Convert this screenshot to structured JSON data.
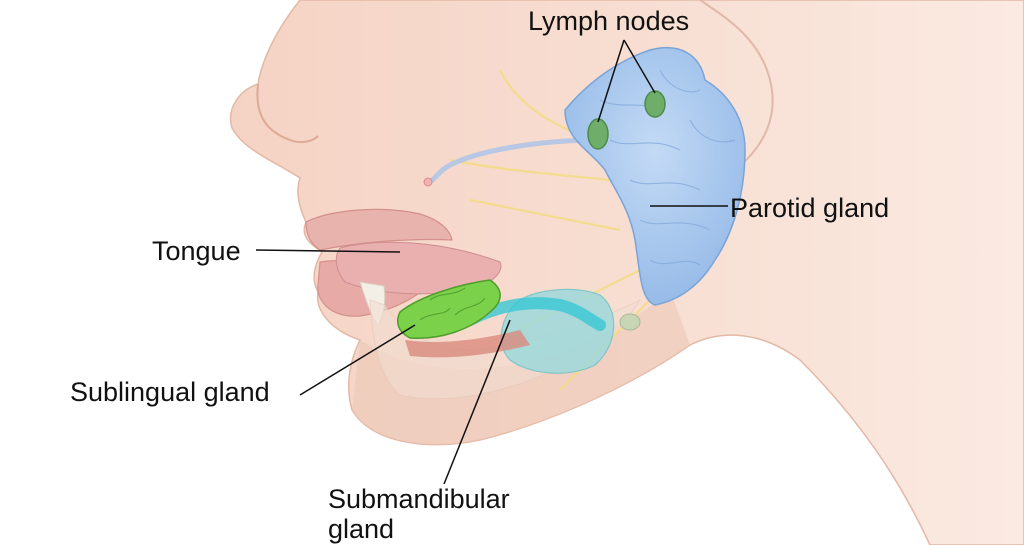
{
  "labels": {
    "lymph_nodes": "Lymph nodes",
    "parotid_gland": "Parotid gland",
    "tongue": "Tongue",
    "sublingual_gland": "Sublingual gland",
    "submandibular_line1": "Submandibular",
    "submandibular_line2": "gland"
  },
  "colors": {
    "skin": "#f6d9cc",
    "skin_shadow": "#e8bfae",
    "lip": "#e7a8a6",
    "parotid": "#a9c9ee",
    "lymph_node": "#6fae6a",
    "sublingual": "#7bd14a",
    "submandibular": "#6fd8de",
    "nerve": "#f3dc86",
    "duct": "#b7c7e4",
    "leader_line": "#111111"
  }
}
